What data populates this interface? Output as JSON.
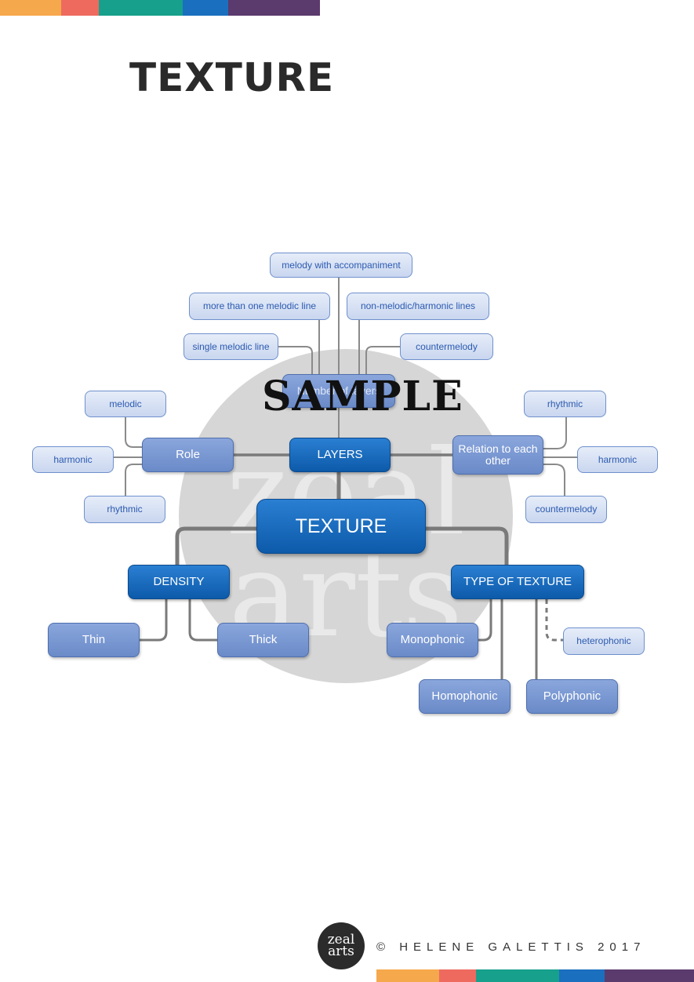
{
  "brand_colors": [
    "#f6a84c",
    "#ee6a5f",
    "#17a08c",
    "#1a6fbf",
    "#5b3a6d"
  ],
  "page": {
    "title": "TEXTURE"
  },
  "diagram": {
    "central": "TEXTURE",
    "layers": {
      "label": "LAYERS",
      "hidden_label": "Number of layers",
      "top_items": [
        "melody with accompaniment",
        "more than one melodic line",
        "non-melodic/harmonic lines",
        "single melodic line",
        "countermelody"
      ],
      "role": {
        "label": "Role",
        "items": [
          "melodic",
          "harmonic",
          "rhythmic"
        ]
      },
      "relation": {
        "label": "Relation to each other",
        "items": [
          "rhythmic",
          "harmonic",
          "countermelody"
        ]
      }
    },
    "density": {
      "label": "DENSITY",
      "items": [
        "Thin",
        "Thick"
      ]
    },
    "type_of_texture": {
      "label": "TYPE OF TEXTURE",
      "items": [
        "Monophonic",
        "Homophonic",
        "Polyphonic"
      ],
      "optional_item": "heterophonic"
    }
  },
  "watermark": {
    "text": "SAMPLE",
    "logo_text": "zeal arts"
  },
  "footer": {
    "logo_top": "zeal",
    "logo_bottom": "arts",
    "copyright": "© HELENE GALETTIS 2017"
  }
}
